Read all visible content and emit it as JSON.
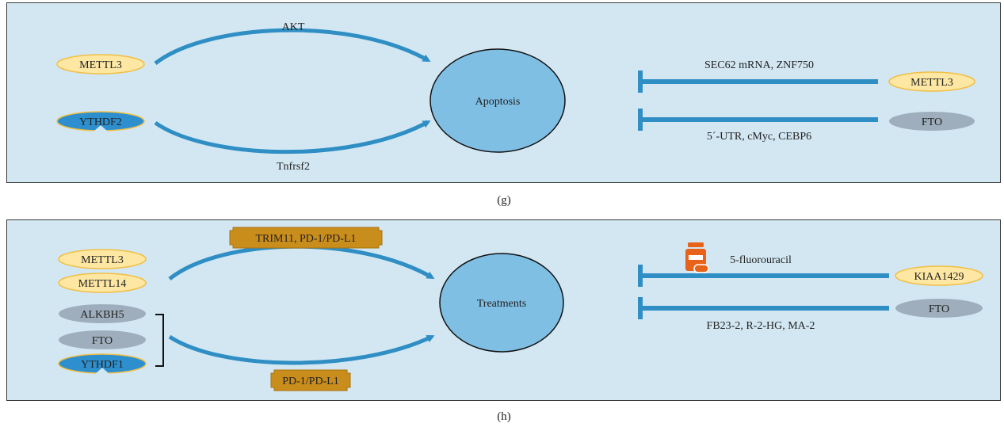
{
  "panel_g": {
    "caption": "(g)",
    "center": "Apoptosis",
    "left_nodes": [
      "METTL3",
      "YTHDF2"
    ],
    "top_arrow_label": "AKT",
    "bottom_arrow_label": "Tnfrsf2",
    "right_inhibitors": [
      {
        "node": "METTL3",
        "label": "SEC62 mRNA, ZNF750"
      },
      {
        "node": "FTO",
        "label": "5´-UTR, cMyc, CEBP6"
      }
    ]
  },
  "panel_h": {
    "caption": "(h)",
    "center": "Treatments",
    "left_nodes": [
      "METTL3",
      "METTL14",
      "ALKBH5",
      "FTO",
      "YTHDF1"
    ],
    "top_arrow_label": "TRIM11, PD-1/PD-L1",
    "bottom_arrow_label": "PD-1/PD-L1",
    "right_inhibitors": [
      {
        "node": "KIAA1429",
        "label": "5-fluorouracil"
      },
      {
        "node": "FTO",
        "label": "FB23-2, R-2-HG, MA-2"
      }
    ]
  },
  "colors": {
    "panel_bg": "#d3e7f2",
    "ellipse_fill": "#7fbfe4",
    "arrow": "#2f8ec4",
    "yellow_pill": "#fde7a3",
    "yellow_border": "#f1bf45",
    "grey_pill": "#9eaebc",
    "blue_pill": "#2e8fcf",
    "gold_tag": "#c98d1c",
    "drug_icon": "#e8621a"
  },
  "icons": [
    "drug-bottle-icon"
  ]
}
